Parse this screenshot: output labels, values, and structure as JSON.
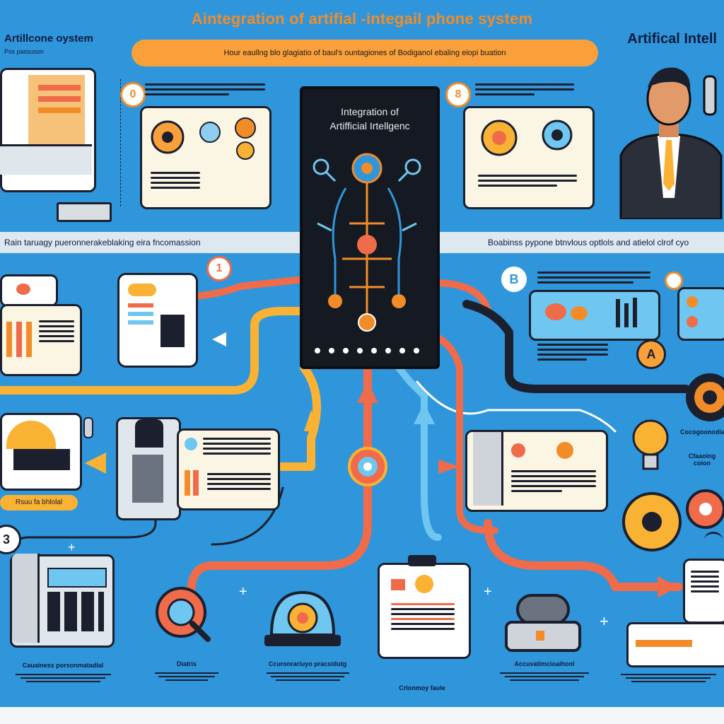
{
  "header": {
    "title": "Aintegration of artifial -integail phone system",
    "banner": "Hour eaullng blo glagiatio of baul's ountagiones of Bodiganol ebaling eiopi buation"
  },
  "corners": {
    "left_title": "Artillcone oystem",
    "left_sub": "Pss passuson",
    "right_title": "Artifical Intell"
  },
  "bands": {
    "left": "Rain taruagy pueronnerakeblaking eira fncomassion",
    "right": "Boabinss pypone btnvlous optlols and atielol clrof cyo"
  },
  "center_panel": {
    "title_line1": "Integration of",
    "title_line2": "Artifficial Irtellgenc"
  },
  "badges": {
    "num_1": "1",
    "top_left_marker": "0",
    "top_right_marker": "8",
    "letter_b": "B",
    "letter_a": "A",
    "left_edge": "3"
  },
  "left_pill": "Rsuu fa bhlolal",
  "captions": {
    "bottom1": "Cauainess porsonmatadial",
    "bottom2": "Diatris",
    "bottom3": "Ccuronrariuyo pracsidutg",
    "bottom4": "Crlonmoy faule",
    "bottom5": "Accuvatimcioaihonl",
    "right_mid": "Cocogoonodia",
    "right_low": "Cfaaoing coion"
  },
  "icons": [
    "monitor-icon",
    "keyboard-icon",
    "gear-icon",
    "lightbulb-icon",
    "desk-phone-icon",
    "clipboard-icon",
    "bell-icon",
    "magnifier-icon",
    "router-icon",
    "wifi-icon",
    "businessman-icon",
    "circuit-brain-icon"
  ],
  "colors": {
    "background": "#2f96dc",
    "accent_orange": "#f28c28",
    "accent_yellow": "#f9a03a",
    "salmon": "#ef6b4a",
    "dark": "#1b1f2e",
    "card": "#fbf5e4"
  }
}
